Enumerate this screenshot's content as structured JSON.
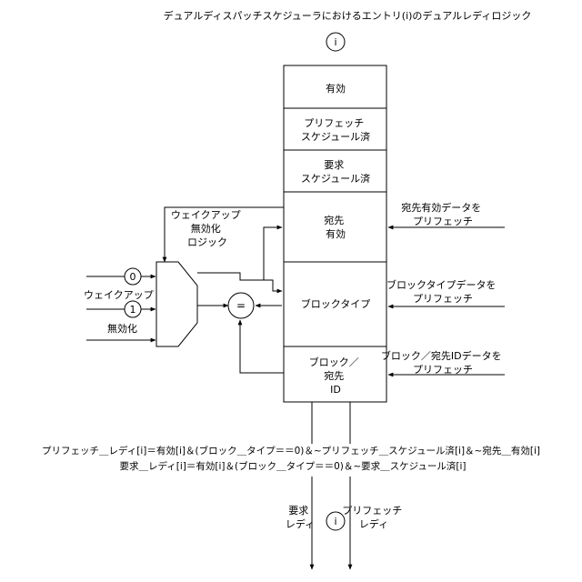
{
  "title": "デュアルディスパッチスケジューラにおけるエントリ(i)のデュアルレディロジック",
  "entry_index_label": "i",
  "entry_fields": [
    {
      "lines": [
        "有効"
      ]
    },
    {
      "lines": [
        "プリフェッチ",
        "スケジュール済"
      ]
    },
    {
      "lines": [
        "要求",
        "スケジュール済"
      ]
    },
    {
      "lines": [
        "宛先",
        "有効"
      ]
    },
    {
      "lines": [
        "ブロックタイプ"
      ]
    },
    {
      "lines": [
        "ブロック／",
        "宛先",
        "ID"
      ]
    }
  ],
  "prefetch_inputs": [
    {
      "lines": [
        "宛先有効データを",
        "プリフェッチ"
      ]
    },
    {
      "lines": [
        "ブロックタイプデータを",
        "プリフェッチ"
      ]
    },
    {
      "lines": [
        "ブロック／宛先IDデータを",
        "プリフェッチ"
      ]
    }
  ],
  "wakeup_invalidate_label": [
    "ウェイクアップ",
    "無効化",
    "ロジック"
  ],
  "wakeup_ports": [
    "0",
    "1"
  ],
  "wakeup_label": "ウェイクアップ",
  "invalidate_label": "無効化",
  "comparator_label": "=",
  "equations": [
    "プリフェッチ＿レディ[i]＝有効[i]＆(ブロック＿タイプ＝＝0)＆~プリフェッチ＿スケジュール済[i]＆~宛先＿有効[i]",
    "要求＿レディ[i]＝有効[i]＆(ブロック＿タイプ＝＝0)＆~要求＿スケジュール済[i]"
  ],
  "outputs": {
    "request_ready": [
      "要求",
      "レディ"
    ],
    "index_label": "i",
    "prefetch_ready": [
      "プリフェッチ",
      "レディ"
    ]
  }
}
